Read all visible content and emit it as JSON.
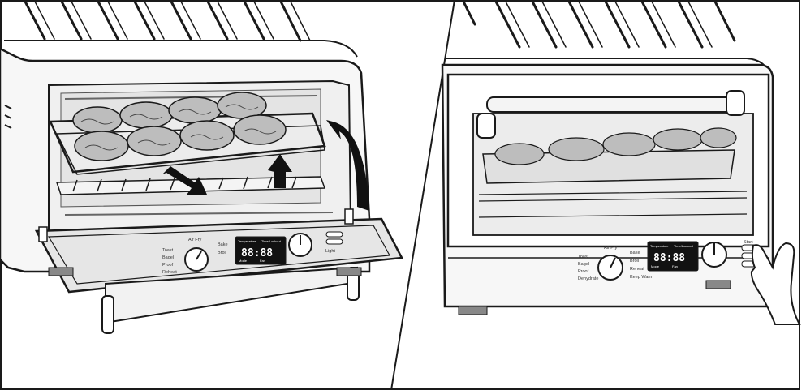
{
  "panels": [
    {
      "id": "open",
      "labels": {
        "dial_top": "Air Fry",
        "dial_left": [
          "Toast",
          "Bagel",
          "Proof",
          "Reheat"
        ],
        "dial_right": [
          "Bake",
          "Broil",
          ""
        ],
        "display_top": [
          "Temperature",
          "Time/Lockout"
        ],
        "display_digits": "88:88",
        "display_bottom": [
          "Mode",
          "Fan"
        ],
        "side_button": "Light"
      }
    },
    {
      "id": "closed",
      "labels": {
        "dial_top": "Air Fry",
        "dial_left": [
          "Toast",
          "Bagel",
          "Proof",
          "Dehydrate"
        ],
        "dial_right": [
          "Bake",
          "Broil",
          "Reheat",
          "Keep Warm"
        ],
        "display_top": [
          "Temperature",
          "Time/Lockout"
        ],
        "display_digits": "88:88",
        "display_bottom": [
          "Mode",
          "Fan"
        ],
        "side_button": "Start"
      }
    }
  ],
  "colors": {
    "line": "#1a1a1a",
    "body": "#ffffff",
    "shade": "#d4d4d4",
    "glass": "#e6e6e6",
    "food": "#bdbdbd",
    "display": "#111111"
  }
}
